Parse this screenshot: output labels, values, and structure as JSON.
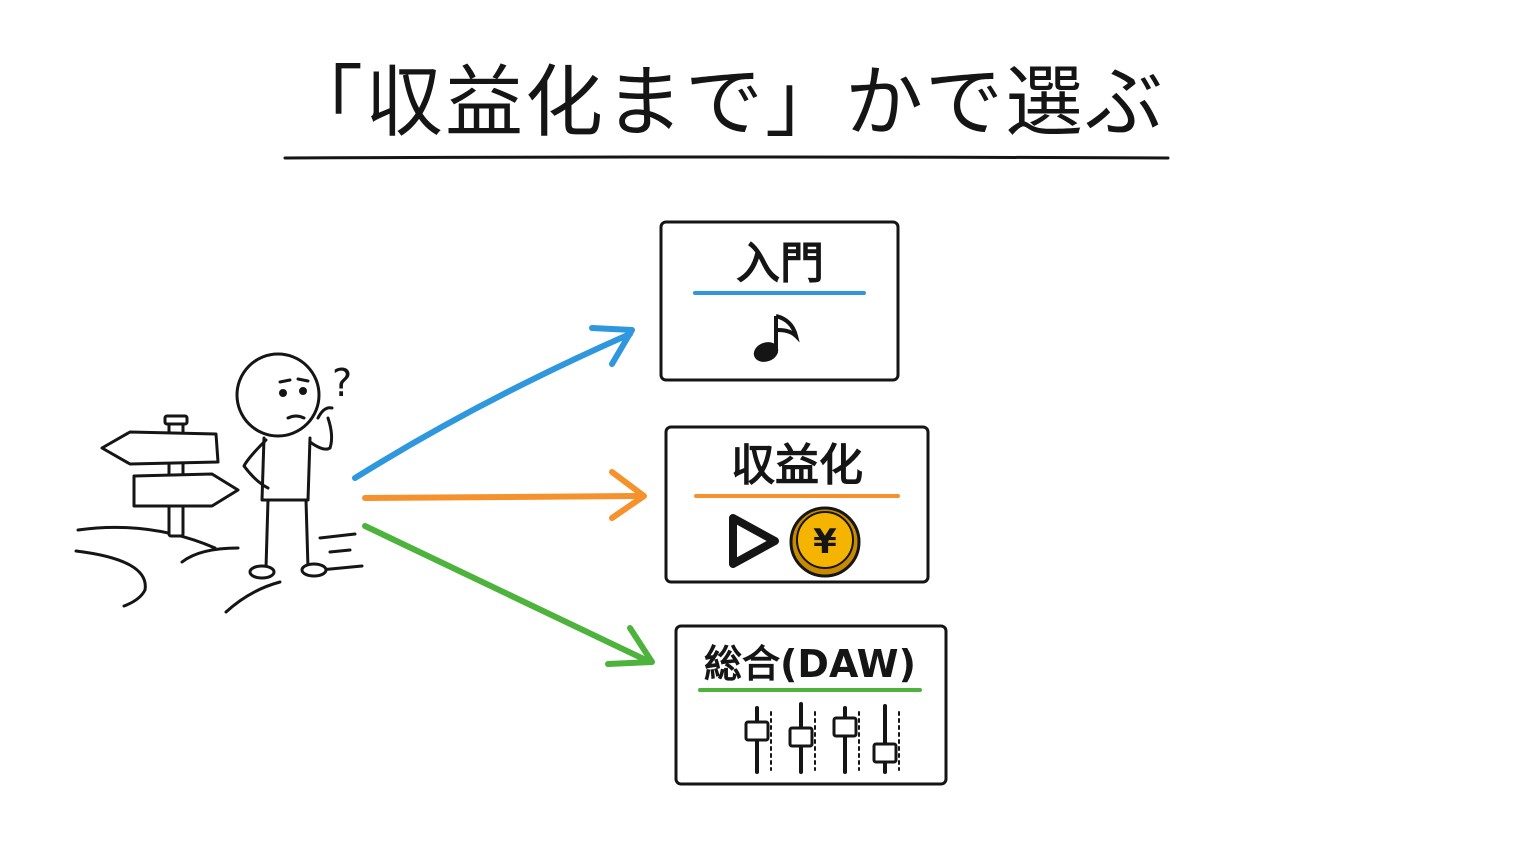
{
  "title": "「収益化まで」かで選ぶ",
  "colors": {
    "ink": "#151515",
    "intro_accent": "#2f97dd",
    "monetize_accent": "#f5922d",
    "daw_accent": "#4db33c",
    "coin_fill": "#f4b400",
    "coin_rim": "#c88a00"
  },
  "question_mark": "?",
  "options": [
    {
      "key": "intro",
      "label": "入門",
      "icon": "music-note-icon"
    },
    {
      "key": "monetize",
      "label": "収益化",
      "icon": "play-and-yen-coin-icon",
      "coin_symbol": "¥"
    },
    {
      "key": "daw",
      "label": "総合(DAW)",
      "icon": "mixer-faders-icon"
    }
  ]
}
